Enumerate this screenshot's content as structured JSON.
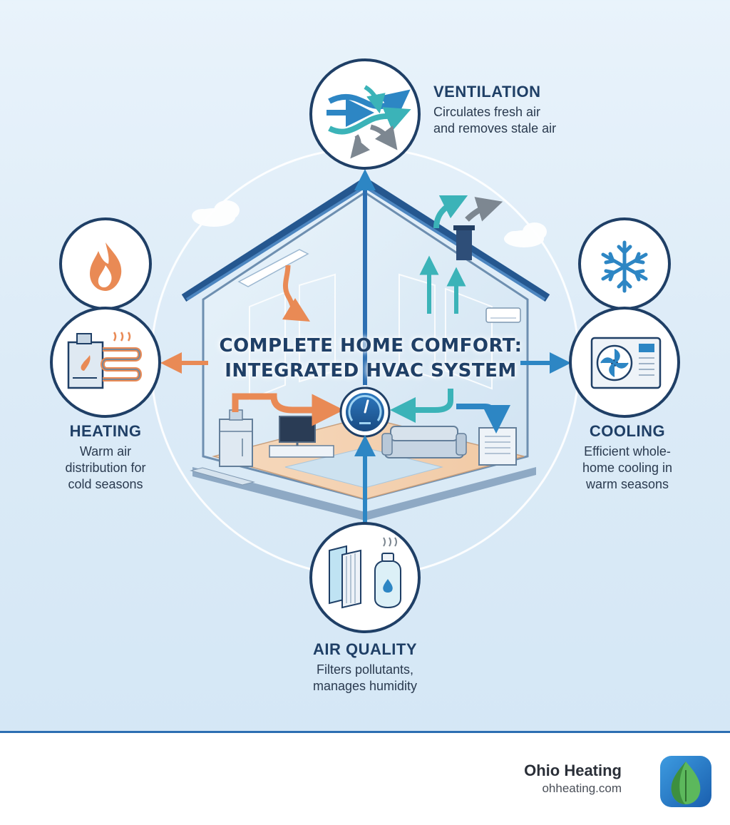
{
  "center_title": {
    "line1": "COMPLETE HOME COMFORT:",
    "line2": "INTEGRATED HVAC SYSTEM"
  },
  "components": {
    "ventilation": {
      "title": "VENTILATION",
      "desc_line1": "Circulates fresh air",
      "desc_line2": "and removes stale air",
      "icon": "airflow-arrows-icon"
    },
    "heating": {
      "title": "HEATING",
      "desc_line1": "Warm air",
      "desc_line2": "distribution for",
      "desc_line3": "cold seasons",
      "icon": "furnace-icon"
    },
    "cooling": {
      "title": "COOLING",
      "desc_line1": "Efficient whole-",
      "desc_line2": "home cooling in",
      "desc_line3": "warm seasons",
      "icon": "ac-unit-icon"
    },
    "air_quality": {
      "title": "AIR QUALITY",
      "desc_line1": "Filters pollutants,",
      "desc_line2": "manages humidity",
      "icon": "filter-humidifier-icon"
    }
  },
  "footer": {
    "brand_name": "Ohio Heating",
    "brand_url": "ohheating.com",
    "logo_icon": "leaf-drop-icon"
  },
  "colors": {
    "navy": "#1f3f66",
    "heat": "#e98a55",
    "cool": "#2d86c4",
    "teal": "#3bb3b8",
    "footer_rule": "#2d6fb2"
  }
}
